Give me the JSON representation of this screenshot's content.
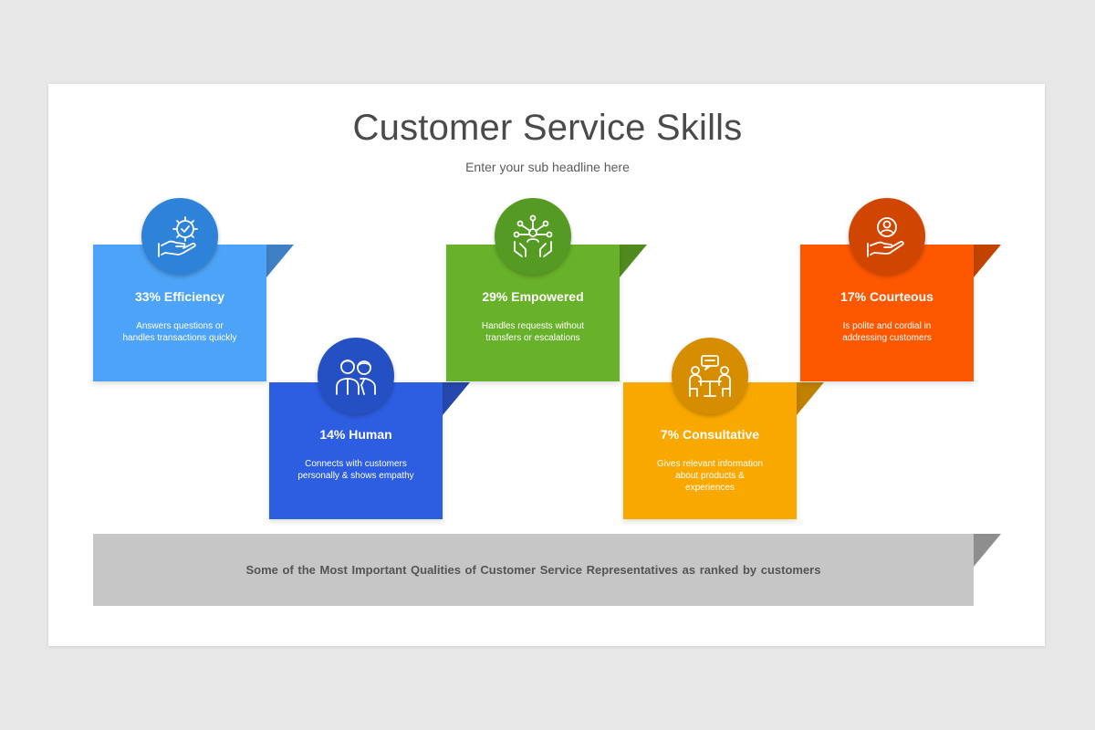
{
  "slide": {
    "title": "Customer Service Skills",
    "subtitle": "Enter your sub headline here"
  },
  "cards": [
    {
      "title": "33% Efficiency",
      "percent": 33,
      "line1": "Answers questions or",
      "line2": "handles transactions quickly",
      "line3": "",
      "icon": "hand-gear-icon",
      "color": "#4da3f7",
      "fold": "#3f7fc4",
      "icon_color": "#2e82d8"
    },
    {
      "title": "14% Human",
      "percent": 14,
      "line1": "Connects with customers",
      "line2": "personally & shows empathy",
      "line3": "",
      "icon": "people-icon",
      "color": "#2d5de0",
      "fold": "#2448ad",
      "icon_color": "#2450c4"
    },
    {
      "title": "29% Empowered",
      "percent": 29,
      "line1": "Handles requests without",
      "line2": "transfers or escalations",
      "line3": "",
      "icon": "network-hands-icon",
      "color": "#68b12a",
      "fold": "#4f8a1e",
      "icon_color": "#559a22"
    },
    {
      "title": "7% Consultative",
      "percent": 7,
      "line1": "Gives relevant information",
      "line2": "about products &",
      "line3": "experiences",
      "icon": "meeting-icon",
      "color": "#f9a800",
      "fold": "#c08100",
      "icon_color": "#d68e00"
    },
    {
      "title": "17% Courteous",
      "percent": 17,
      "line1": "Is polite and cordial in",
      "line2": "addressing customers",
      "line3": "",
      "icon": "hand-person-icon",
      "color": "#fd5700",
      "fold": "#c24300",
      "icon_color": "#d04600"
    }
  ],
  "banner": {
    "text": "Some of the Most Important Qualities of Customer Service Representatives as ranked by customers"
  }
}
